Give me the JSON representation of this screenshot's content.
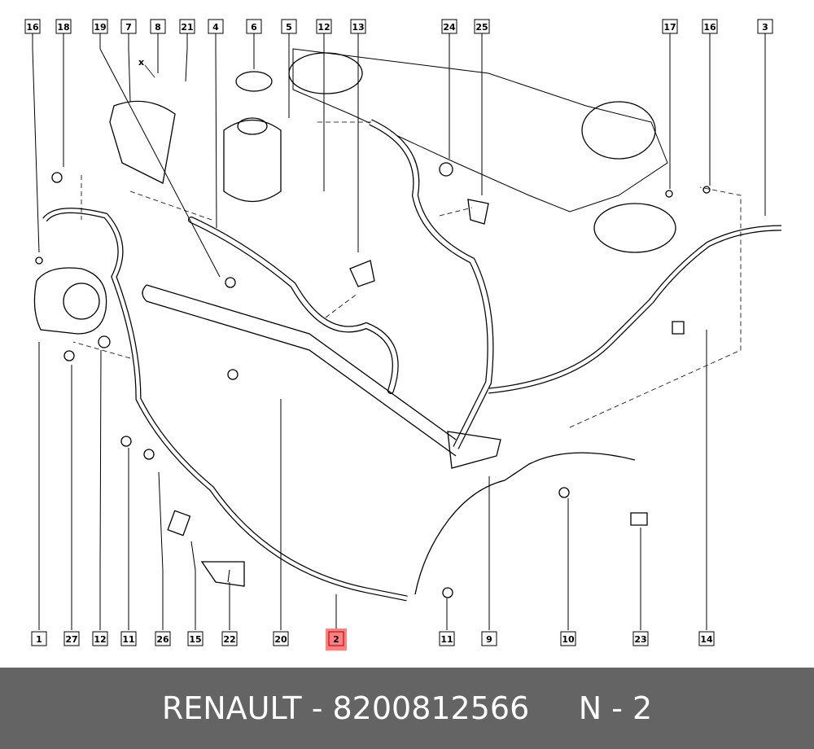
{
  "diagram": {
    "top_labels": [
      "16",
      "18",
      "19",
      "7",
      "8",
      "21",
      "4",
      "6",
      "5",
      "12",
      "13",
      "24",
      "25",
      "17",
      "16",
      "3"
    ],
    "bottom_labels": [
      "1",
      "27",
      "12",
      "11",
      "26",
      "15",
      "22",
      "20",
      "2",
      "11",
      "9",
      "10",
      "23",
      "14"
    ],
    "highlighted_label": "2",
    "highlight_color": "#ff8080",
    "annotation_x": "x"
  },
  "footer": {
    "brand": "RENAULT",
    "separator": " - ",
    "part_number": "8200812566",
    "position": "N - 2",
    "background": "#646464"
  }
}
